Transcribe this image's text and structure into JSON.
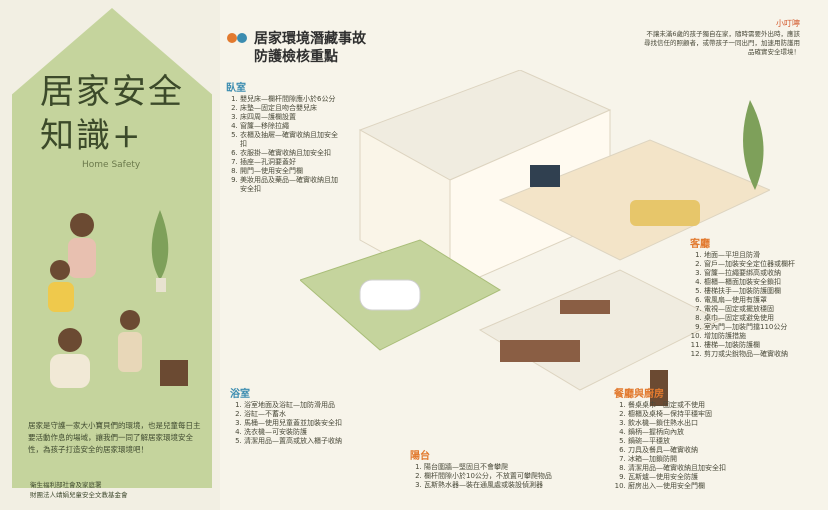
{
  "title": "居家安全知識+",
  "subtitle": "Home Safety",
  "intro": "居家是守護一家大小寶貝們的環境，也是兒童每日主要活動作息的場域，讓我們一同了解居家環境安全性，為孩子打造安全的居家環境吧！",
  "logos": [
    "衛生福利部社會及家庭署",
    "財團法人靖娟兒童安全文教基金會"
  ],
  "heading": {
    "line1": "居家環境潛藏事故",
    "line2": "防護檢核重點"
  },
  "tip": {
    "title": "小叮嚀",
    "text": "不讓未滿6歲的孩子獨自在家，隨時需要外出時，應該尋找信任的照顧者，或帶孩子一同出門，加速用防護用品確實安全環境！"
  },
  "sections": {
    "bedroom": {
      "title": "臥室",
      "items": [
        "嬰兒床—欄杆間隙應小於6公分",
        "床墊—固定且吻合嬰兒床",
        "床四周—護欄設置",
        "窗簾—移除拉繩",
        "衣櫃及抽屜—確實收納且加安全扣",
        "衣服掛—確實收納且加安全扣",
        "插座—孔洞要蓋好",
        "開門—使用安全門欄",
        "美妝用品及藥品—確實收納且加安全扣"
      ]
    },
    "living": {
      "title": "客廳",
      "items": [
        "地面—平坦且防滑",
        "窗戶—加裝安全定位器或欄杆",
        "窗簾—拉繩要綁高或收納",
        "櫥櫃—櫃面加裝安全鎖扣",
        "樓梯扶手—加裝防護圍欄",
        "電風扇—使用有護罩",
        "電視—固定或擺放穩固",
        "桌巾—固定或避免使用",
        "室內門—加裝門擋110公分",
        "增加防護措施",
        "樓梯—加裝防護欄",
        "剪刀或尖銳物品—確實收納"
      ]
    },
    "bathroom": {
      "title": "浴室",
      "items": [
        "浴室地面及浴缸—加防滑用品",
        "浴缸—不蓄水",
        "馬桶—使用兒童蓋並加裝安全扣",
        "洗衣機—可安裝防護",
        "清潔用品—置高或放入櫃子收納"
      ]
    },
    "balcony": {
      "title": "陽台",
      "items": [
        "陽台圍牆—堅固且不會攀爬",
        "欄杆間隙小於10公分，不放置可攀爬物品",
        "瓦斯熱水器—裝在通風處或裝設偵測器"
      ]
    },
    "kitchen": {
      "title": "餐廳與廚房",
      "items": [
        "餐桌桌巾—固定或不使用",
        "櫥櫃及桌椅—保持平穩牢固",
        "飲水機—鎖住熱水出口",
        "鍋柄—握柄向內放",
        "鍋碗—平穩放",
        "刀具及餐具—確實收納",
        "冰箱—加鎖防開",
        "清潔用品—確實收納且加安全扣",
        "瓦斯爐—使用安全防護",
        "廚房出入—使用安全門欄"
      ]
    }
  },
  "colors": {
    "green": "#c5d49d",
    "accent": "#e27a2f",
    "blue": "#3b8cb0"
  }
}
